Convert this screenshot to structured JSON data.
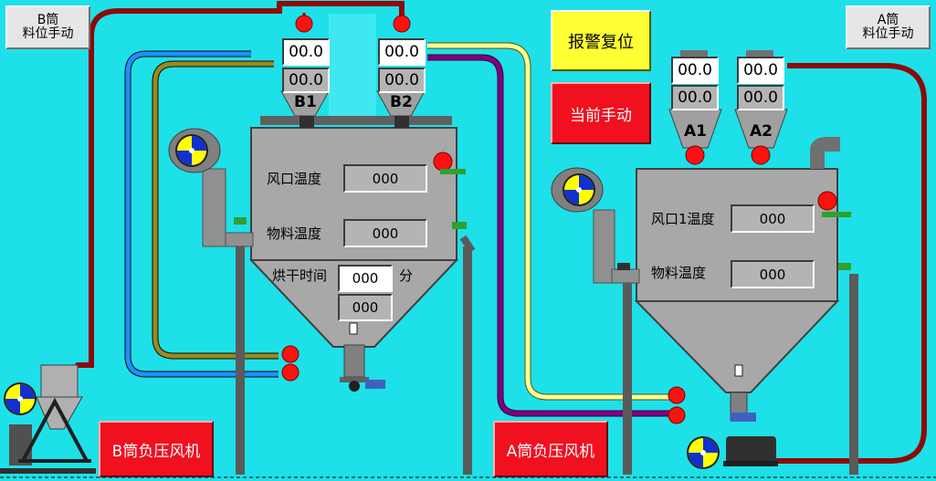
{
  "buttons": {
    "b_level_manual": "B筒\n料位手动",
    "a_level_manual": "A筒\n料位手动",
    "alarm_reset": "报警复位",
    "current_manual": "当前手动",
    "b_fan": "B筒负压风机",
    "a_fan": "A筒负压风机"
  },
  "hoppers": {
    "b1": {
      "name": "B1",
      "value_top": "00.0",
      "value_bottom": "00.0"
    },
    "b2": {
      "name": "B2",
      "value_top": "00.0",
      "value_bottom": "00.0"
    },
    "a1": {
      "name": "A1",
      "value_top": "00.0",
      "value_bottom": "00.0"
    },
    "a2": {
      "name": "A2",
      "value_top": "00.0",
      "value_bottom": "00.0"
    }
  },
  "tank_b": {
    "air_temp_label": "风口温度",
    "air_temp_value": "000",
    "material_temp_label": "物料温度",
    "material_temp_value": "000",
    "dry_time_label": "烘干时间",
    "dry_time_set": "000",
    "dry_time_unit": "分",
    "dry_time_actual": "000"
  },
  "tank_a": {
    "air_temp_label": "风口1温度",
    "air_temp_value": "000",
    "material_temp_label": "物料温度",
    "material_temp_value": "000"
  },
  "colors": {
    "background": "#1ee0e8",
    "pipe_red": "#8b0a0a",
    "pipe_blue": "#1e90ff",
    "pipe_olive": "#9a8a1c",
    "pipe_yellow": "#ffff90",
    "pipe_purple": "#800080",
    "tank_gray": "#a8a8a8",
    "valve_red": "#ff1010"
  }
}
